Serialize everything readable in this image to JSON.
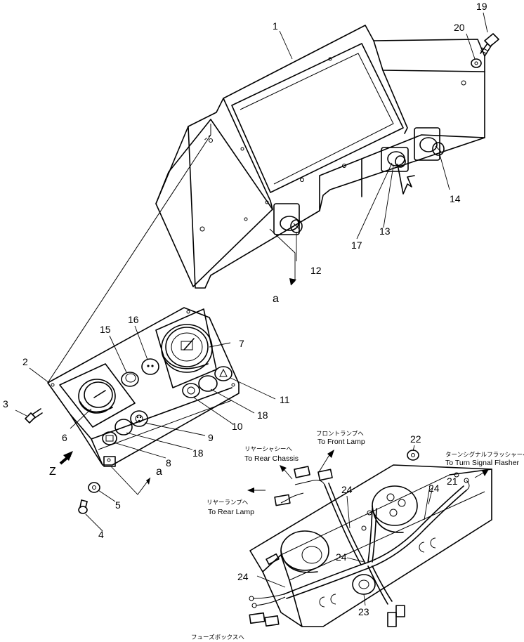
{
  "callouts": {
    "n1": "1",
    "n2": "2",
    "n3": "3",
    "n4": "4",
    "n5": "5",
    "n6": "6",
    "n7": "7",
    "n8": "8",
    "n9": "9",
    "n10": "10",
    "n11": "11",
    "n12": "12",
    "n13": "13",
    "n14": "14",
    "n15": "15",
    "n16": "16",
    "n17": "17",
    "n18a": "18",
    "n18b": "18",
    "n19": "19",
    "n20": "20",
    "n21": "21",
    "n22": "22",
    "n23": "23",
    "n24a": "24",
    "n24b": "24",
    "n24c": "24",
    "n24d": "24"
  },
  "view_refs": {
    "a_upper": "a",
    "a_lower": "a",
    "z": "Z"
  },
  "harness_labels": {
    "front_lamp_jp": "フロントランプへ",
    "front_lamp_en": "To Front Lamp",
    "rear_chassis_jp": "リヤーシャシーへ",
    "rear_chassis_en": "To Rear Chassis",
    "turn_signal_jp": "ターンシグナルフラッシャーへ",
    "turn_signal_en": "To Turn Signal Flasher",
    "rear_lamp_jp": "リヤーランプへ",
    "rear_lamp_en": "To Rear Lamp",
    "fuse_box_jp": "フューズボックスへ"
  }
}
